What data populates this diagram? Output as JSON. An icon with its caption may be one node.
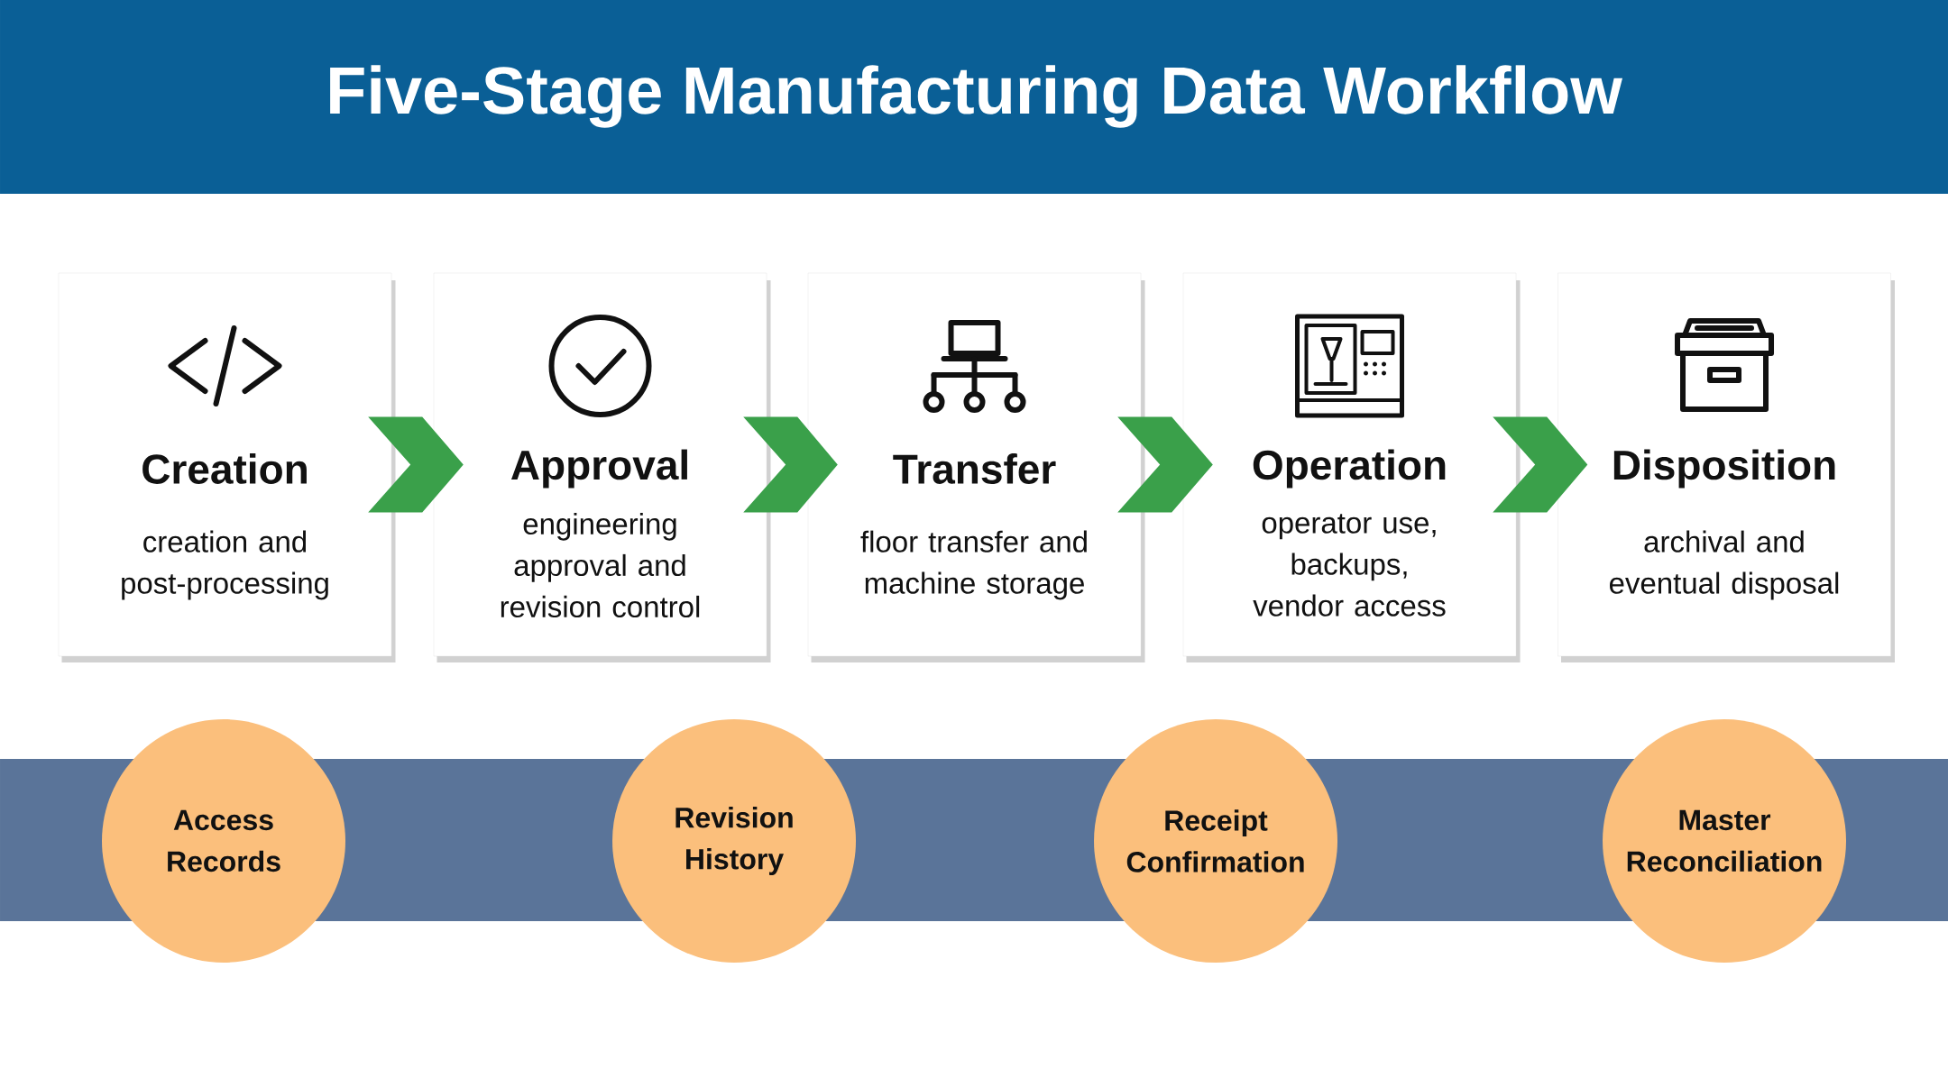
{
  "diagram": {
    "title": "Five-Stage Manufacturing Data Workflow",
    "nodes": [
      {
        "text": [
          "Creation",
          "creation and post-processing"
        ]
      },
      {
        "text": [
          "Approval",
          "engineering approval and revision control"
        ]
      },
      {
        "text": [
          "Transfer",
          "floor transfer and machine storage"
        ]
      },
      {
        "text": [
          "Operation",
          "operator use, backups, vendor access"
        ]
      },
      {
        "text": [
          "Disposition",
          "archival and eventual disposal"
        ]
      },
      {
        "text": [
          "Access Records"
        ]
      },
      {
        "text": [
          "Revision History"
        ]
      },
      {
        "text": [
          "Receipt Confirmation"
        ]
      },
      {
        "text": [
          "Master Reconciliation"
        ]
      },
      {
        "text": [],
        "shape": "bar"
      }
    ],
    "edges": [
      {
        "from": 0,
        "to": 1,
        "arrow": "to"
      },
      {
        "from": 1,
        "to": 2,
        "arrow": "to"
      },
      {
        "from": 2,
        "to": 3,
        "arrow": "to"
      },
      {
        "from": 3,
        "to": 4,
        "arrow": "to"
      }
    ]
  }
}
